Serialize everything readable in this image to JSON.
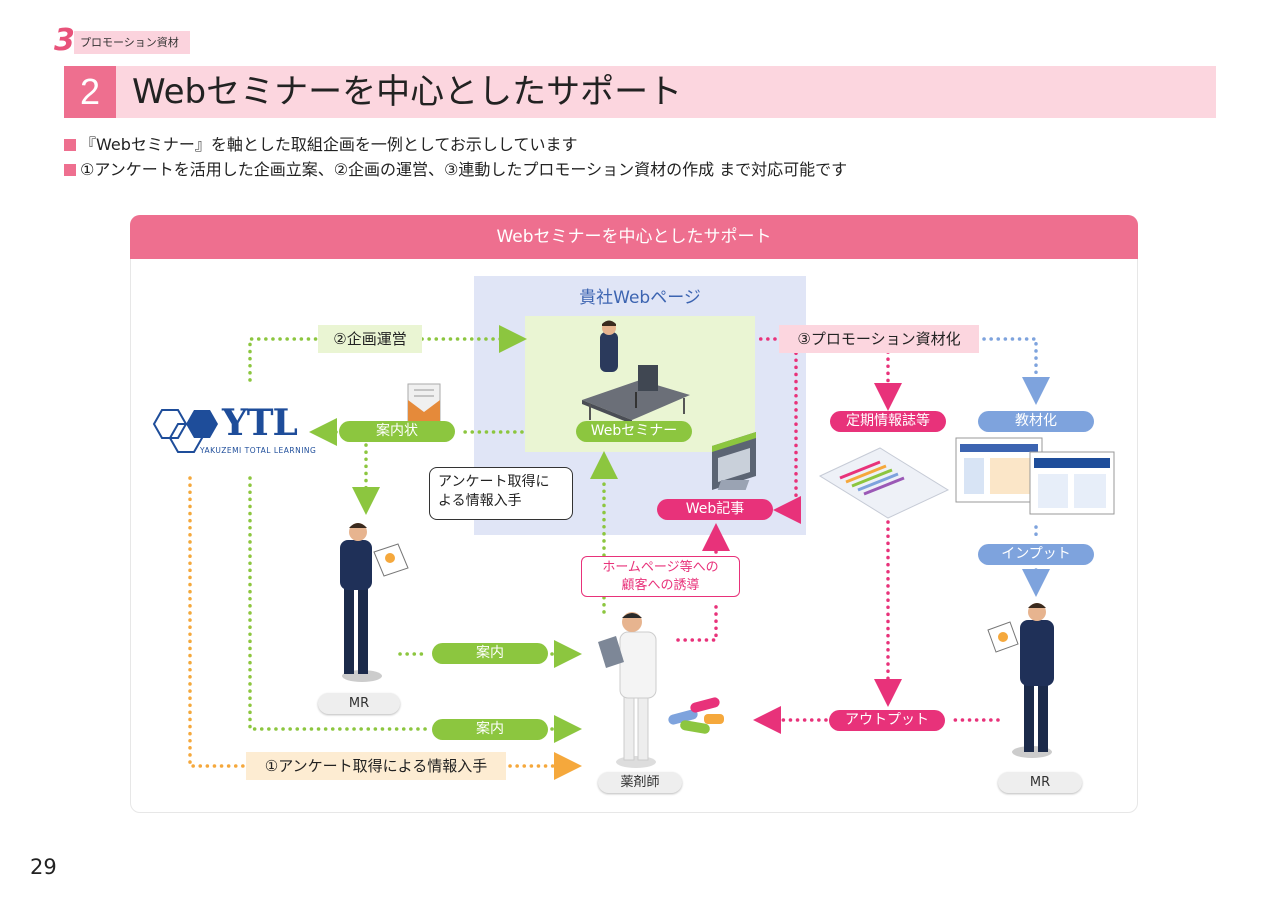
{
  "section": {
    "number": "3",
    "label": "プロモーション資材"
  },
  "title": {
    "number": "2",
    "text": "Webセミナーを中心としたサポート"
  },
  "bullets": [
    "『Webセミナー』を軸とした取組企画を一例としてお示ししています",
    "①アンケートを活用した企画立案、②企画の運営、③連動したプロモーション資材の作成 まで対応可能です"
  ],
  "diagram": {
    "header": "Webセミナーを中心としたサポート",
    "webpage_title": "貴社Webページ",
    "seminar_label": "Webセミナー",
    "planning_label": "②企画運営",
    "promotion_label": "③プロモーション資材化",
    "invitation_label": "案内状",
    "survey_bubble": [
      "アンケート取得に",
      "よる情報入手"
    ],
    "web_article_label": "Web記事",
    "periodic_label": "定期情報誌等",
    "teaching_label": "教材化",
    "input_label": "インプット",
    "homepage_guide": [
      "ホームページ等への",
      "顧客への誘導"
    ],
    "guide1_label": "案内",
    "guide2_label": "案内",
    "output_label": "アウトプット",
    "survey_label": "①アンケート取得による情報入手",
    "mr_left": "MR",
    "mr_right": "MR",
    "pharmacist": "薬剤師",
    "logo": {
      "text": "YTL",
      "subtext": "YAKUZEMI TOTAL LEARNING"
    }
  },
  "page_number": "29",
  "colors": {
    "pink": "#ee6f8f",
    "green": "#8cc63f",
    "magenta": "#e8327a",
    "blue": "#7ea3dd",
    "orange": "#f5a83c",
    "navy": "#1e4d9a"
  }
}
